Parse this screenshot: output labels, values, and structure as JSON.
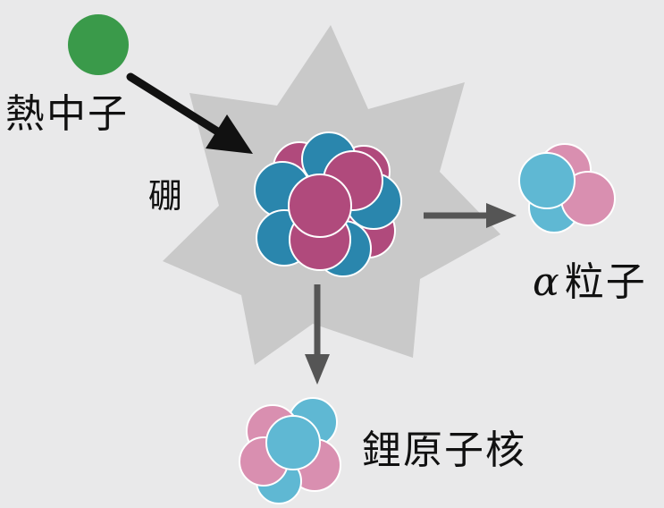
{
  "labels": {
    "thermal_neutron": "熱中子",
    "boron": "硼",
    "alpha_symbol": "α",
    "alpha_particle": "粒子",
    "lithium_nucleus": "鋰原子核"
  },
  "colors": {
    "background": "#e9e9ea",
    "flash": "#c9c9c9",
    "neutron": "#3a9a4a",
    "proton_dark": "#b04a7c",
    "neutron_dark": "#2a86ad",
    "proton_light": "#d98fb0",
    "neutron_light": "#5fb8d3",
    "arrow_black": "#111111",
    "arrow_gray": "#555555",
    "sphere_outline": "#ffffff"
  }
}
